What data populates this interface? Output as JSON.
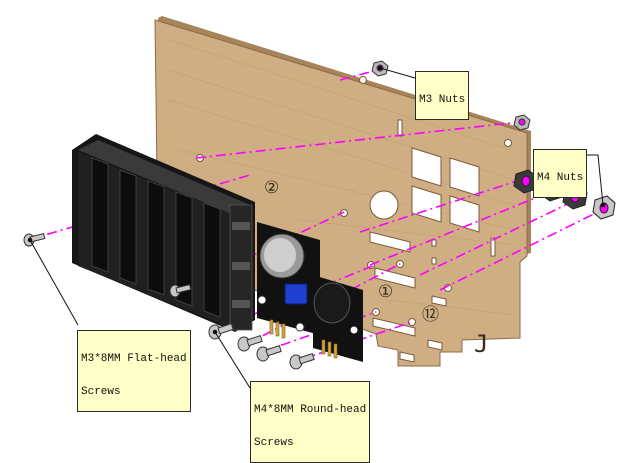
{
  "labels": {
    "m3_nuts": "M3 Nuts",
    "m4_nuts": "M4 Nuts",
    "m3_screws_line1": "M3*8MM Flat-head",
    "m3_screws_line2": "Screws",
    "m4_screws_line1": "M4*8MM Round-head",
    "m4_screws_line2": "Screws"
  },
  "marks": {
    "circle_2": "②",
    "circle_1": "①",
    "circle_12": "⑫",
    "j_mark": "J"
  },
  "colors": {
    "wood": "#cfae84",
    "wood_edge": "#a8845a",
    "wood_dark": "#b8956a",
    "bracket": "#1c1c1c",
    "bracket_hi": "#444444",
    "axis_line": "#ff00ff",
    "callout_bg": "#ffffc8",
    "pcb": "#111111",
    "pot": "#1e3fcf"
  }
}
